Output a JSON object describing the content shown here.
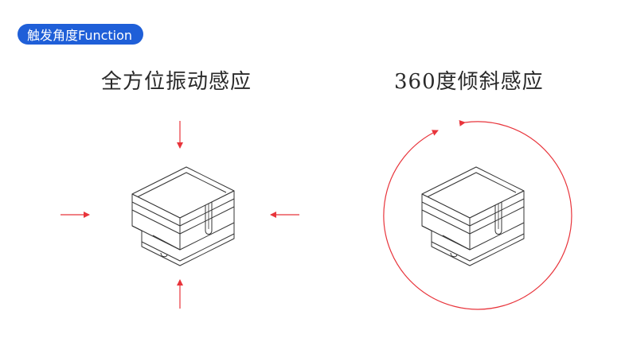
{
  "badge": {
    "label": "触发角度Function",
    "color": "#1f5fd8"
  },
  "panels": [
    {
      "caption": "全方位振动感应"
    },
    {
      "caption": "360度倾斜感应"
    }
  ],
  "colors": {
    "arrow": "#e8343b",
    "outline": "#333333"
  }
}
